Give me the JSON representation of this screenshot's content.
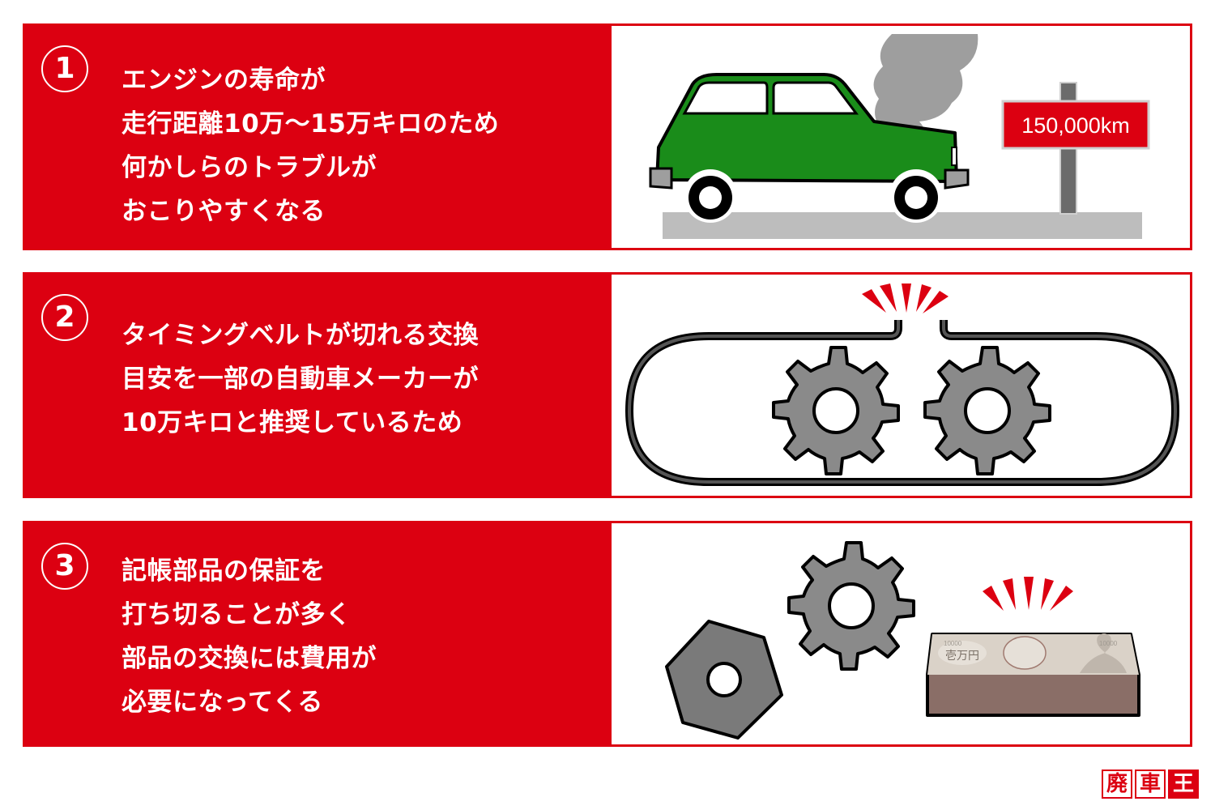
{
  "items": [
    {
      "number": "1",
      "lines": [
        "エンジンの寿命が",
        "走行距離10万〜15万キロのため",
        "何かしらのトラブルが",
        "おこりやすくなる"
      ],
      "illustration": {
        "name": "smoking-car",
        "sign_text": "150,000km"
      }
    },
    {
      "number": "2",
      "lines": [
        "タイミングベルトが切れる交換",
        "目安を一部の自動車メーカーが",
        "10万キロと推奨しているため"
      ],
      "illustration": {
        "name": "broken-timing-belt"
      }
    },
    {
      "number": "3",
      "lines": [
        "記帳部品の保証を",
        "打ち切ることが多く",
        "部品の交換には費用が",
        "必要になってくる"
      ],
      "illustration": {
        "name": "parts-and-money",
        "bill_denomination": "10000",
        "bill_label": "壱万円"
      }
    }
  ],
  "logo": {
    "chars": [
      "廃",
      "車",
      "王"
    ]
  },
  "colors": {
    "brand_red": "#dc0011",
    "car_green": "#1a8c1a",
    "gear_gray": "#8a8a8a",
    "smoke_gray": "#9e9e9e",
    "road_gray": "#bdbdbd"
  }
}
